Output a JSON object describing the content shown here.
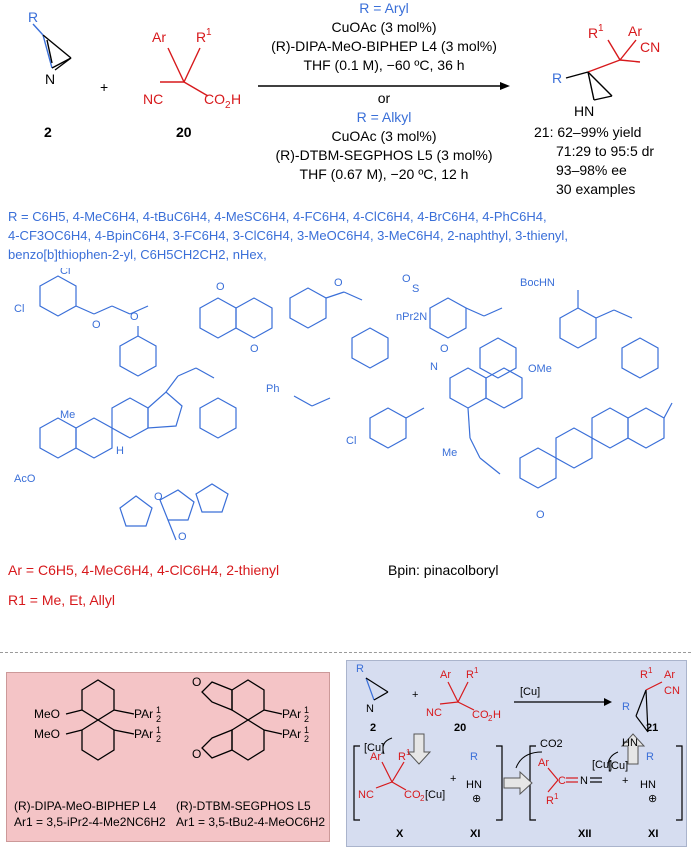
{
  "conditions": {
    "r_aryl": "R = Aryl",
    "aryl_catalyst": "CuOAc (3 mol%)",
    "aryl_ligand": "(R)-DIPA-MeO-BIPHEP L4 (3 mol%)",
    "aryl_solvent": "THF (0.1 M), −60 ºC, 36 h",
    "or": "or",
    "r_alkyl": "R = Alkyl",
    "alkyl_catalyst": "CuOAc (3 mol%)",
    "alkyl_ligand": "(R)-DTBM-SEGPHOS L5 (3 mol%)",
    "alkyl_solvent": "THF (0.67 M), −20 ºC, 12 h"
  },
  "compounds": {
    "c2": "2",
    "c20": "20",
    "c21": "21",
    "plus": "+"
  },
  "results": {
    "yield": "21: 62–99% yield",
    "dr": "71:29 to 95:5 dr",
    "ee": "93–98% ee",
    "examples": "30 examples"
  },
  "scope": {
    "r_line1": "R = C6H5, 4-MeC6H4, 4-tBuC6H4, 4-MeSC6H4, 4-FC6H4, 4-ClC6H4, 4-BrC6H4, 4-PhC6H4,",
    "r_line2": "4-CF3OC6H4, 4-BpinC6H4, 3-FC6H4, 3-ClC6H4, 3-MeOC6H4, 3-MeC6H4, 2-naphthyl, 3-thienyl,",
    "r_line3": "benzo[b]thiophen-2-yl, C6H5CH2CH2, nHex,",
    "ar_line": "Ar = C6H5, 4-MeC6H4, 4-ClC6H4, 2-thienyl",
    "r1_line": "R1 = Me, Et, Allyl",
    "bpin": "Bpin: pinacolboryl"
  },
  "ligands": {
    "l4_name": "(R)-DIPA-MeO-BIPHEP L4",
    "l4_ar": "Ar1 = 3,5-iPr2-4-Me2NC6H2",
    "l5_name": "(R)-DTBM-SEGPHOS L5",
    "l5_ar": "Ar1 = 3,5-tBu2-4-MeOC6H2"
  },
  "mechanism": {
    "cu": "[Cu]",
    "co2": "CO2",
    "x": "X",
    "xi": "XI",
    "xii": "XII",
    "c2": "2",
    "c20": "20",
    "c21": "21"
  },
  "colors": {
    "red": "#d7191c",
    "blue": "#3a6fd8",
    "pink_box": "#f4c4c6",
    "mech_box": "#d6ddf0"
  }
}
